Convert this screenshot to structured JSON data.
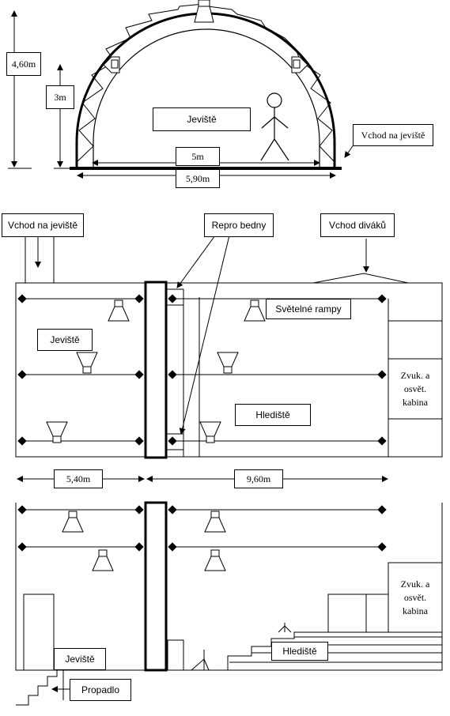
{
  "elevation": {
    "dim_total_height": "4,60m",
    "dim_inner_height": "3m",
    "dim_inner_width": "5m",
    "dim_outer_width": "5,90m",
    "stage_label": "Jeviště",
    "stage_entrance": "Vchod na jeviště"
  },
  "plan": {
    "stage_entrance": "Vchod na jeviště",
    "speakers": "Repro bedny",
    "audience_entrance": "Vchod diváků",
    "light_ramps": "Světelné rampy",
    "stage_label": "Jeviště",
    "booth": "Zvuk. a\nosvět.\nkabina",
    "auditorium": "Hlediště",
    "dim_left": "5,40m",
    "dim_right": "9,60m"
  },
  "section": {
    "booth": "Zvuk. a\nosvět.\nkabina",
    "auditorium": "Hlediště",
    "stage_label": "Jeviště",
    "trapdoor": "Propadlo"
  }
}
